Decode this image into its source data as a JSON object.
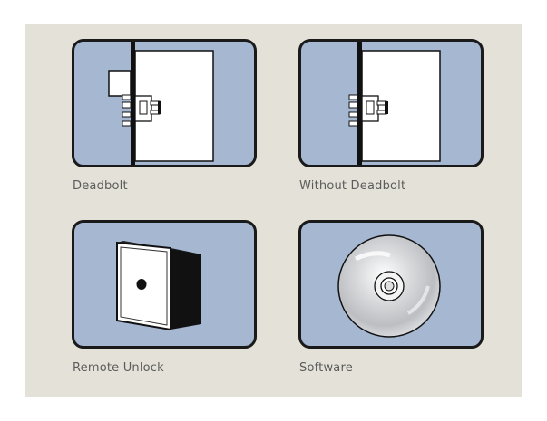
{
  "options": [
    {
      "label": "Deadbolt",
      "icon": "door-with-deadbolt-icon"
    },
    {
      "label": "Without Deadbolt",
      "icon": "door-without-deadbolt-icon"
    },
    {
      "label": "Remote Unlock",
      "icon": "remote-unlock-box-icon"
    },
    {
      "label": "Software",
      "icon": "software-cd-icon"
    }
  ],
  "colors": {
    "panel_background": "#e4e2d8",
    "tile_fill": "#a6b7d2",
    "tile_border": "#1a1a1a",
    "label_text": "#5b5b5b"
  }
}
